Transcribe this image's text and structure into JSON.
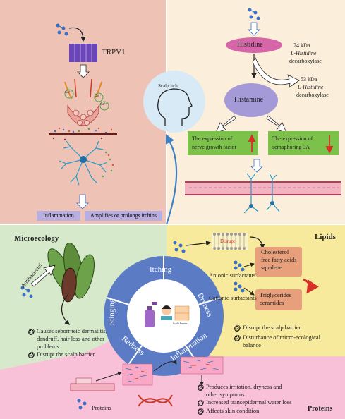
{
  "colors": {
    "inflammation_panel": "#eec3b6",
    "itch_panel": "#fbefdc",
    "microecology_panel": "#d6eacb",
    "lipids_panel": "#f7ea9c",
    "proteins_panel": "#f8c1d7",
    "wheel": "#5b7cc4",
    "scalp_itch_circle": "#d8eaf5",
    "green_box": "#7cc24a",
    "lavender_box": "#b9aee0",
    "histidine_ellipse": "#d766a9",
    "histamine_ellipse": "#a59ad8",
    "lipid_box": "#e8a07c",
    "arrow_up": "#d73027",
    "curve": "#3b7fc4"
  },
  "top_left": {
    "receptor": "TRPV1",
    "ion_labels": [
      "Ca²⁺",
      "Ca²⁺",
      "Ca²⁺"
    ],
    "buttons": [
      "Inflammation",
      "Amplifies or prolongs itchins"
    ]
  },
  "top_right": {
    "histidine": "Histidine",
    "enzyme1_size": "74 kDa",
    "enzyme1_name_l1": "L-Histidine",
    "enzyme1_name_l2": "decarboxylase",
    "enzyme2_size": "53 kDa",
    "enzyme2_name_l1": "L-Histidine",
    "enzyme2_name_l2": "decarboxylase",
    "histamine": "Histamine",
    "ngf_l1": "The expression of",
    "ngf_l2": "nerve growth factor",
    "sema_l1": "The expression of",
    "sema_l2": "semaphoring 3A"
  },
  "center": {
    "scalp_itch": "Scalp itch",
    "wheel_segments": [
      "Itching",
      "Dryness",
      "Inflammation",
      "Redness",
      "Stinging"
    ],
    "product_label": "Scalp barrier"
  },
  "microecology": {
    "title": "Microecology",
    "antibacterial": "Antibacterial",
    "effect1_l1": "Causes seborrheic dermatitis,",
    "effect1_l2": "dandruff, hair loss and other",
    "effect1_l3": "problems",
    "effect2": "Disrupt the scalp barrier"
  },
  "lipids": {
    "title": "Lipids",
    "disrupt": "Disrupt",
    "box1_l1": "Cholesterol",
    "box1_l2": "free fatty acids",
    "box1_l3": "squalene",
    "box2_l1": "Triglycerides",
    "box2_l2": "ceramides",
    "anionic": "Anionic surfactants",
    "cationic": "Cationic surfactants",
    "effect1": "Disrupt the scalp barrier",
    "effect2_l1": "Disturbance of micro-ecological",
    "effect2_l2": "balance"
  },
  "proteins": {
    "title": "Proteins",
    "label": "Proteins",
    "effect1_l1": "Produces irritation, dryness and",
    "effect1_l2": "other symptoms",
    "effect2": "Increased transepidermal water loss",
    "effect3": "Affects skin condition"
  }
}
